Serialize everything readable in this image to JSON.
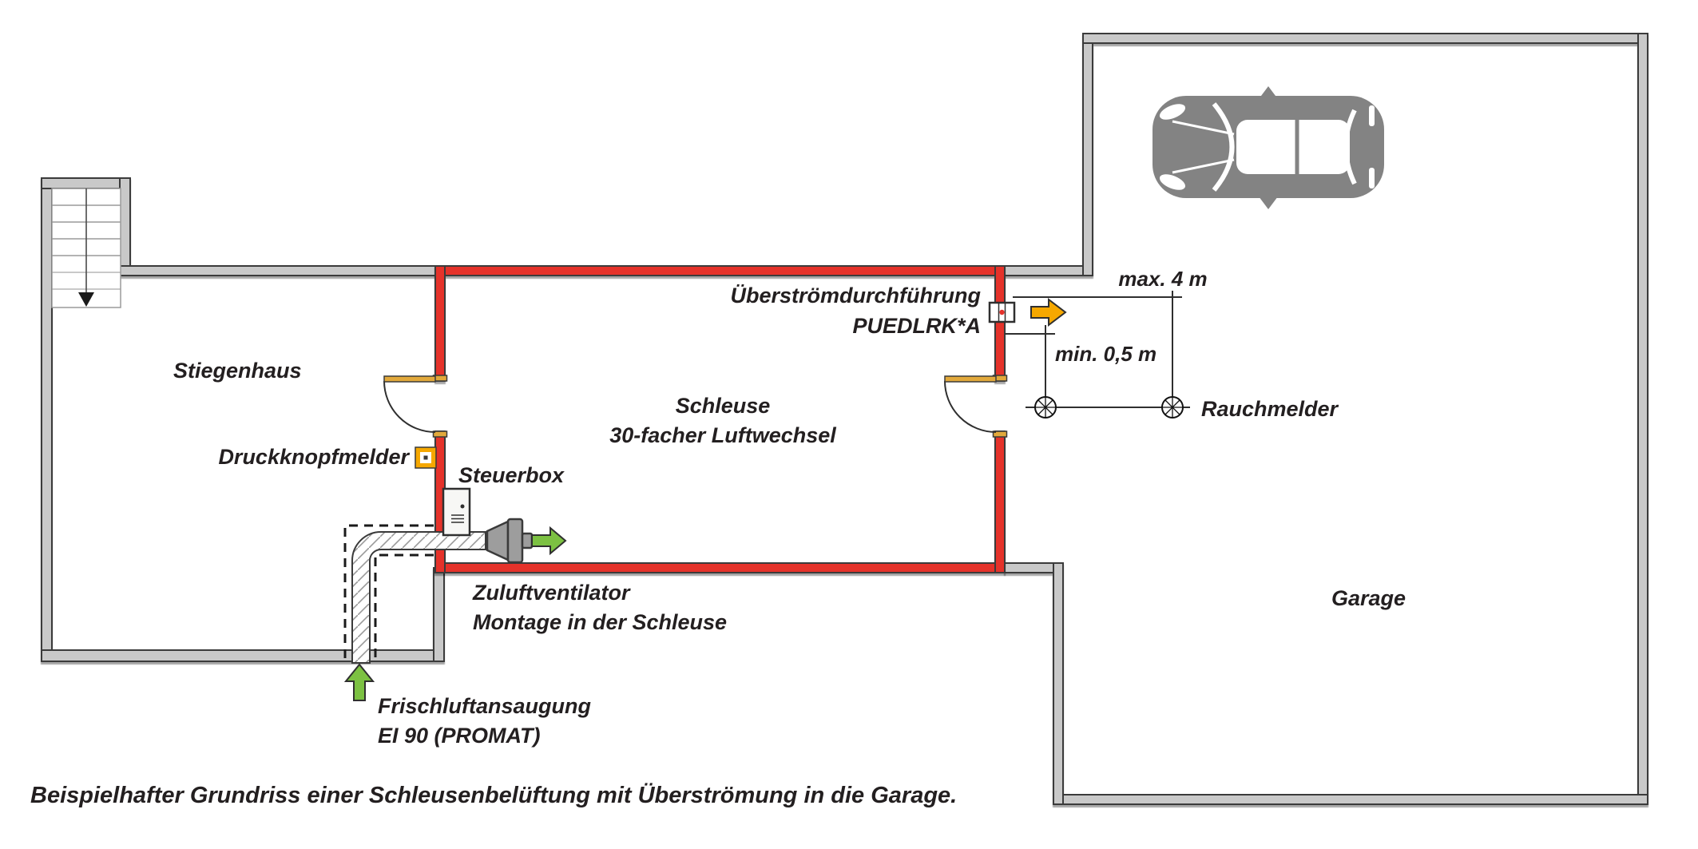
{
  "rooms": {
    "stiegenhaus": {
      "label": "Stiegenhaus"
    },
    "schleuse": {
      "line1": "Schleuse",
      "line2": "30-facher Luftwechsel"
    },
    "garage": {
      "label": "Garage"
    }
  },
  "annotations": {
    "druckknopfmelder": "Druckknopfmelder",
    "steuerbox": "Steuerbox",
    "ueberstroemdurchfuehrung": {
      "line1": "Überströmdurchführung",
      "line2": "PUEDLRK*A"
    },
    "max_distance": "max. 4 m",
    "min_distance": "min. 0,5 m",
    "rauchmelder": "Rauchmelder",
    "zuluftventilator": {
      "line1": "Zuluftventilator",
      "line2": "Montage in der Schleuse"
    },
    "frischluftansaugung": {
      "line1": "Frischluftansaugung",
      "line2": "EI 90 (PROMAT)"
    }
  },
  "caption": "Beispielhafter Grundriss einer Schleusenbelüftung mit Überströmung in die Garage.",
  "icons": {
    "car": "car-top-view",
    "smoke_detector": "smoke-detector-symbol",
    "push_button_detector": "push-button-detector",
    "control_box": "control-box",
    "supply_fan": "supply-air-fan",
    "overflow_device": "overflow-duct-device",
    "stairs": "stairs-with-down-arrow",
    "doors": "door-swing",
    "fresh_air_arrow": "airflow-arrow-up",
    "supply_air_arrow": "airflow-arrow-right",
    "overflow_arrow": "overflow-arrow-right"
  },
  "colors": {
    "wall_gray": "#c9c9c9",
    "fire_red": "#e5322b",
    "accent_orange": "#f6a800",
    "arrow_green": "#7cc142",
    "door_tan": "#e2a93b",
    "text_dark": "#231f20",
    "outline_dark": "#3a3a3a",
    "car_gray": "#838383",
    "bg": "#ffffff"
  }
}
